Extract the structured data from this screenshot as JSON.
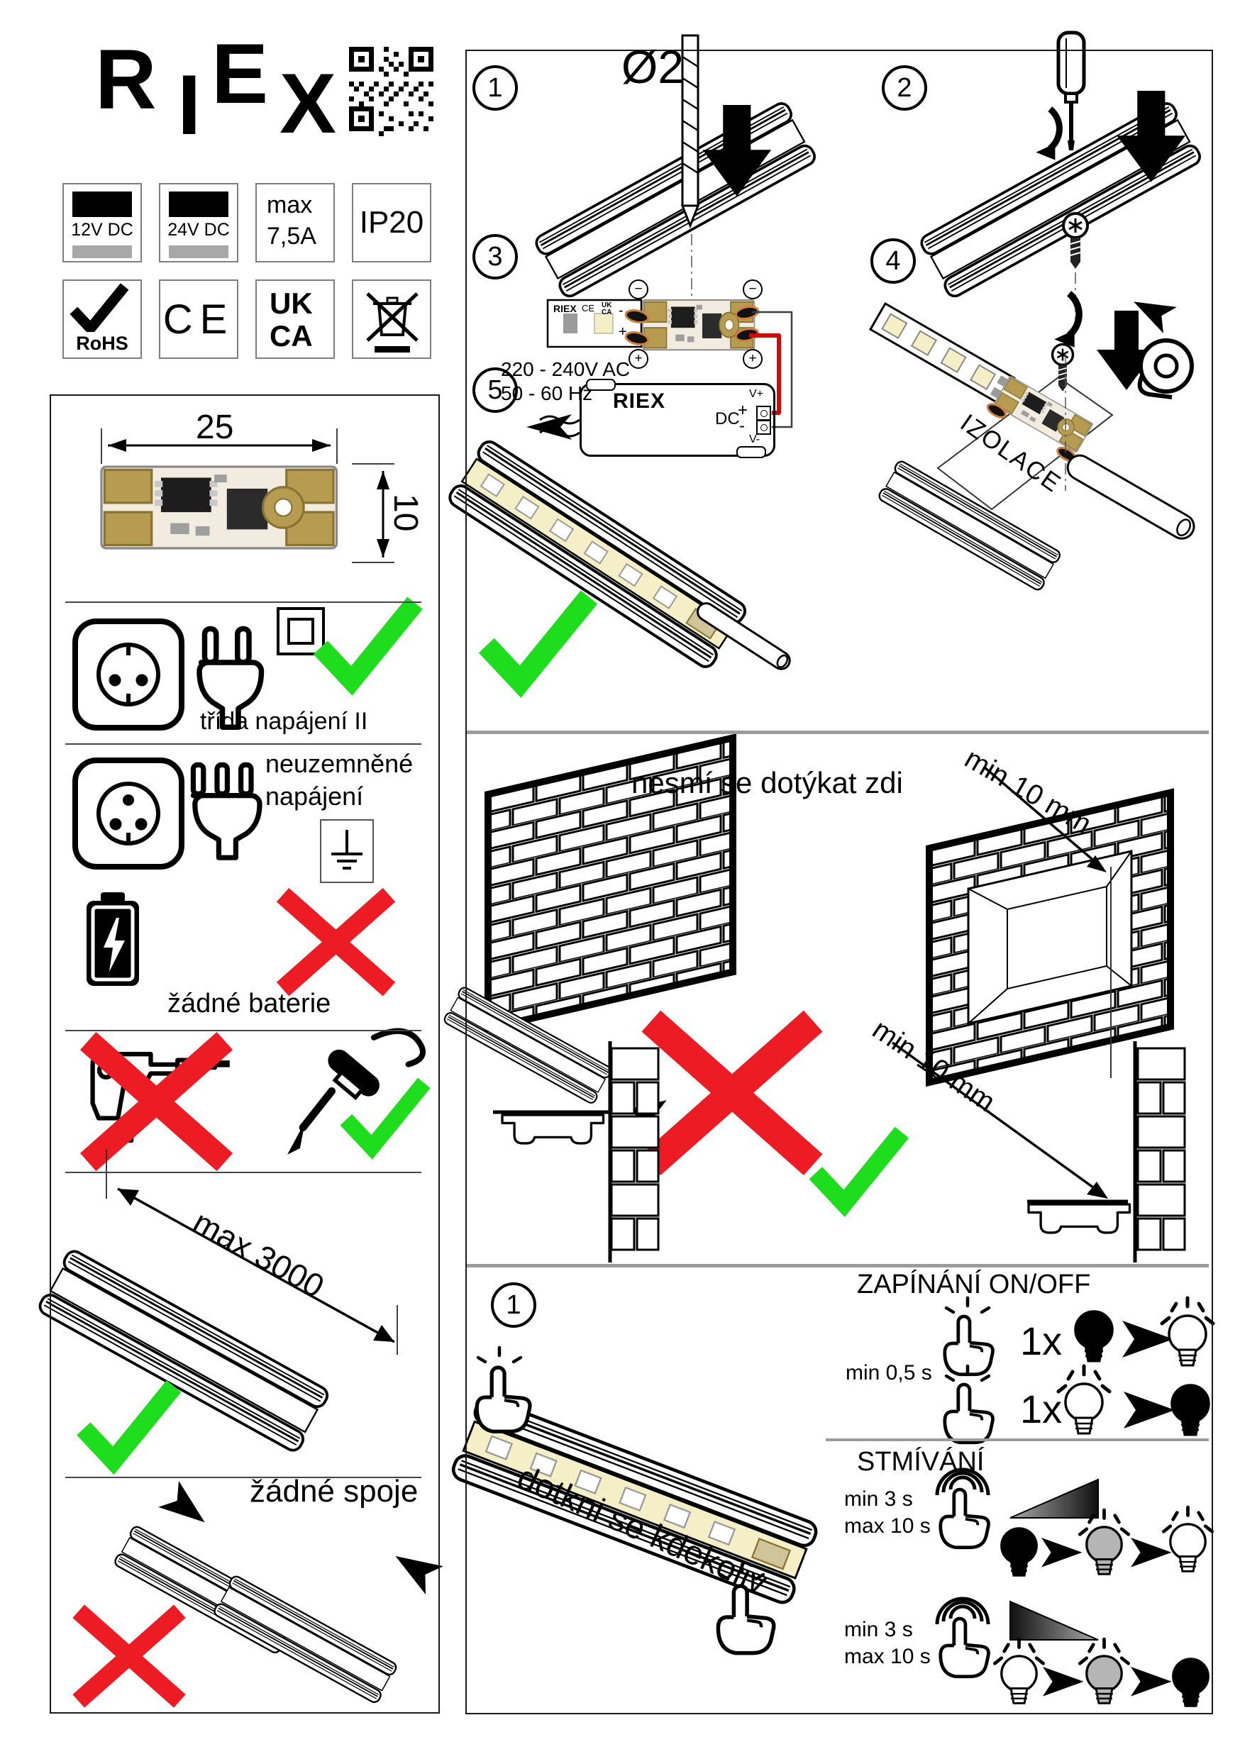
{
  "colors": {
    "check_green": "#1ddd1d",
    "cross_red": "#ed1c24",
    "divider_gray": "#9c9c9c",
    "led_strip_yellow": "#f5efc8",
    "pcb_gold": "#b59c50"
  },
  "logo": {
    "l1": "R",
    "l2": "I",
    "l3": "E",
    "l4": "X"
  },
  "badges": {
    "v12": "12V DC",
    "v24": "24V DC",
    "max_line1": "max",
    "max_line2": "7,5A",
    "ip": "IP20",
    "rohs": "RoHS",
    "ce": "CE",
    "uk": "UK",
    "ca": "CA"
  },
  "board": {
    "width_mm": "25",
    "height_mm": "10"
  },
  "power_rules": {
    "class2_caption": "třída napájení II",
    "ungrounded_line1": "neuzemněné",
    "ungrounded_line2": "napájení",
    "no_batteries": "žádné baterie"
  },
  "profile_rules": {
    "max_length": "max 3000",
    "no_joints": "žádné spoje"
  },
  "install_steps": {
    "n1": "1",
    "n2": "2",
    "n3": "3",
    "n4": "4",
    "n5": "5",
    "drill_diameter": "Ø2",
    "insulation_label": "IZOLACE"
  },
  "wiring": {
    "ac": "220 - 240V AC",
    "hz": "50 - 60 Hz",
    "psu_logo": "RIEX",
    "v_plus": "V+",
    "v_minus": "V-",
    "dc": "DC",
    "dc_plus": "+",
    "dc_minus": "-",
    "strip_logo": "RIEX",
    "strip_ce": "CE",
    "strip_uk": "UK",
    "strip_ca": "CA",
    "pad_minus": "-",
    "pad_plus": "+",
    "term_minus_left": "−",
    "term_minus_right": "−",
    "term_plus_left": "+",
    "term_plus_right": "+"
  },
  "clearance": {
    "title": "nesmí se dotýkat zdi",
    "min_top": "min 10 mm",
    "min_bottom": "min 10 mm"
  },
  "operation": {
    "step": "1",
    "touch_anywhere": "dotkni se kdekoliv",
    "onoff_title": "ZAPÍNÁNÍ ON/OFF",
    "min_tap": "min 0,5 s",
    "tap1": "1x",
    "tap2": "1x",
    "dim_title": "STMÍVÁNÍ",
    "dim1_min": "min 3 s",
    "dim1_max": "max 10 s",
    "dim2_min": "min 3 s",
    "dim2_max": "max 10 s"
  }
}
